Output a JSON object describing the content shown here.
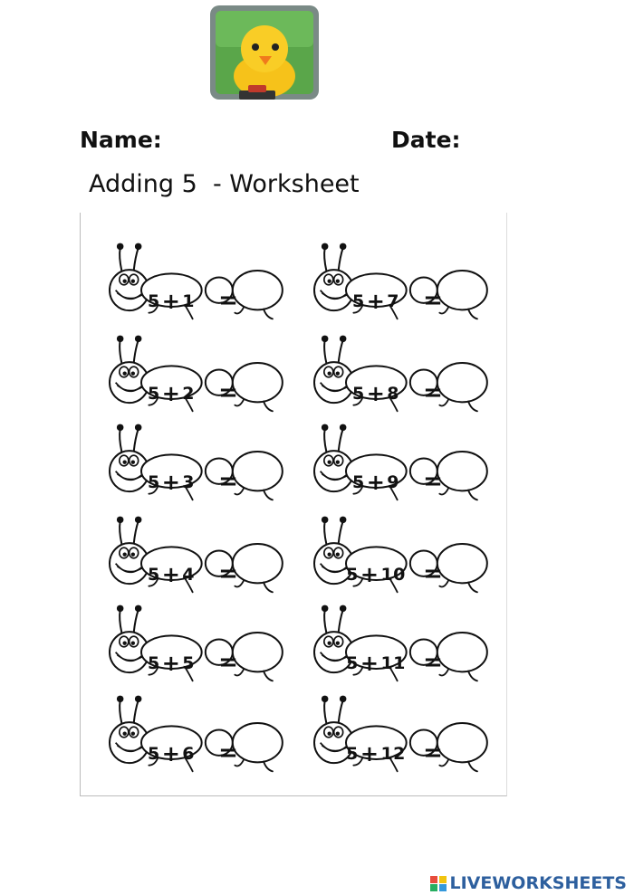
{
  "header": {
    "name_label": "Name:",
    "date_label": "Date:",
    "title": "Adding 5  - Worksheet"
  },
  "problems": [
    {
      "a": "5",
      "op": "+",
      "b": "1"
    },
    {
      "a": "5",
      "op": "+",
      "b": "7"
    },
    {
      "a": "5",
      "op": "+",
      "b": "2"
    },
    {
      "a": "5",
      "op": "+",
      "b": "8"
    },
    {
      "a": "5",
      "op": "+",
      "b": "3"
    },
    {
      "a": "5",
      "op": "+",
      "b": "9"
    },
    {
      "a": "5",
      "op": "+",
      "b": "4"
    },
    {
      "a": "5",
      "op": "+",
      "b": "10"
    },
    {
      "a": "5",
      "op": "+",
      "b": "5"
    },
    {
      "a": "5",
      "op": "+",
      "b": "11"
    },
    {
      "a": "5",
      "op": "+",
      "b": "6"
    },
    {
      "a": "5",
      "op": "+",
      "b": "12"
    }
  ],
  "equals_sign": "=",
  "footer": {
    "brand": "LIVEWORKSHEETS"
  },
  "colors": {
    "brand": "#2d5f9e",
    "logo_bg": "#5aa64a",
    "duck": "#f6c21a"
  },
  "icons": {
    "logo": "duck-at-chalkboard-icon",
    "brand": "liveworksheets-logo-icon"
  }
}
